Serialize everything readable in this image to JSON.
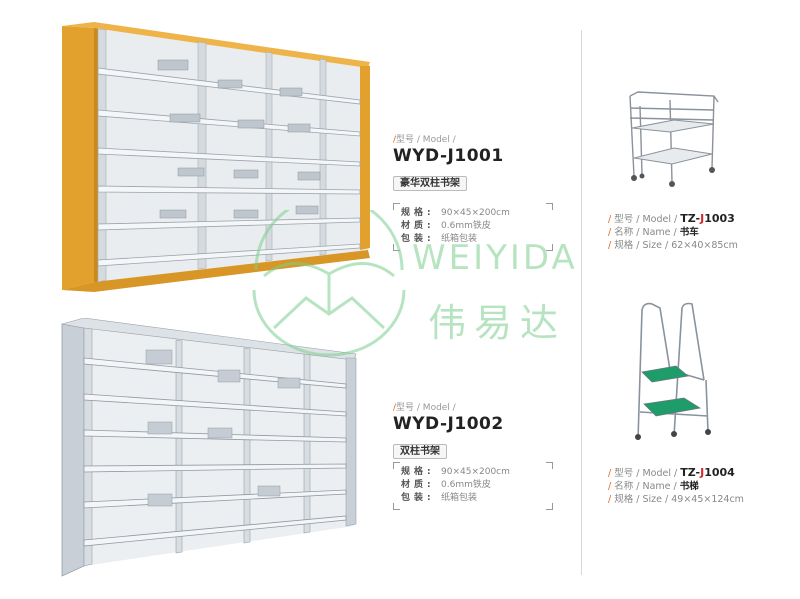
{
  "products": [
    {
      "model_label": "型号 / Model /",
      "model": "WYD-J1001",
      "name": "豪华双柱书架",
      "specs": [
        {
          "key": "规格:",
          "value": "90×45×200cm"
        },
        {
          "key": "材质:",
          "value": "0.6mm铁皮"
        },
        {
          "key": "包装:",
          "value": "纸箱包装"
        }
      ]
    },
    {
      "model_label": "型号 / Model /",
      "model": "WYD-J1002",
      "name": "双柱书架",
      "specs": [
        {
          "key": "规格:",
          "value": "90×45×200cm"
        },
        {
          "key": "材质:",
          "value": "0.6mm铁皮"
        },
        {
          "key": "包装:",
          "value": "纸箱包装"
        }
      ]
    }
  ],
  "accessories": [
    {
      "lines": [
        {
          "label": "型号 / Model /",
          "value_prefix": "TZ-",
          "value_highlight": "J",
          "value_suffix": "1003"
        },
        {
          "label": "名称 / Name /",
          "value": "书车"
        },
        {
          "label": "规格 / Size /",
          "value": "62×40×85cm"
        }
      ]
    },
    {
      "lines": [
        {
          "label": "型号 / Model /",
          "value_prefix": "TZ-",
          "value_highlight": "J",
          "value_suffix": "1004"
        },
        {
          "label": "名称 / Name /",
          "value": "书梯"
        },
        {
          "label": "规格 / Size /",
          "value": "49×45×124cm"
        }
      ]
    }
  ],
  "watermark": {
    "latin": "WEIYIDA",
    "cjk": "伟易达"
  },
  "colors": {
    "wood": "#e2a12c",
    "steel": "#c9cfd6",
    "accent": "#e06a20",
    "highlight": "#d7262b",
    "watermark": "#7dcf8e",
    "step": "#1e9c6a"
  }
}
